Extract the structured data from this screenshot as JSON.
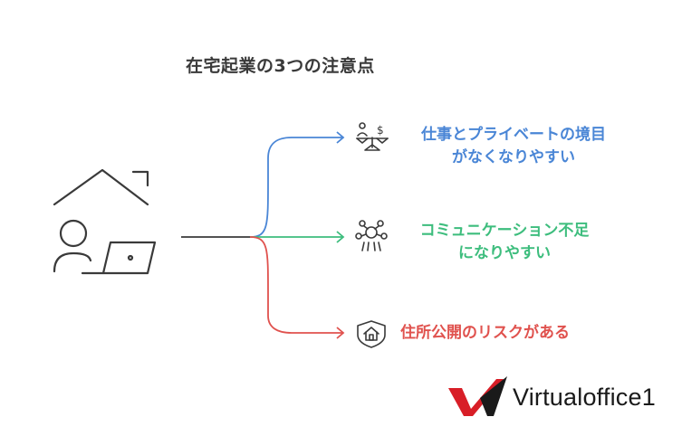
{
  "title": "在宅起業の3つの注意点",
  "items": [
    {
      "line1": "仕事とプライベートの境目",
      "line2": "がなくなりやすい",
      "color": "#4a86d6",
      "icon": "work-life-balance-icon"
    },
    {
      "line1": "コミュニケーション不足",
      "line2": "になりやすい",
      "color": "#3dbd7d",
      "icon": "people-network-icon"
    },
    {
      "line1": "住所公開のリスクがある",
      "line2": "",
      "color": "#e0524e",
      "icon": "house-shield-icon"
    }
  ],
  "central_icon": "home-worker-icon",
  "brand": {
    "name": "Virtualoffice1",
    "logo_color": "#d81e27"
  }
}
